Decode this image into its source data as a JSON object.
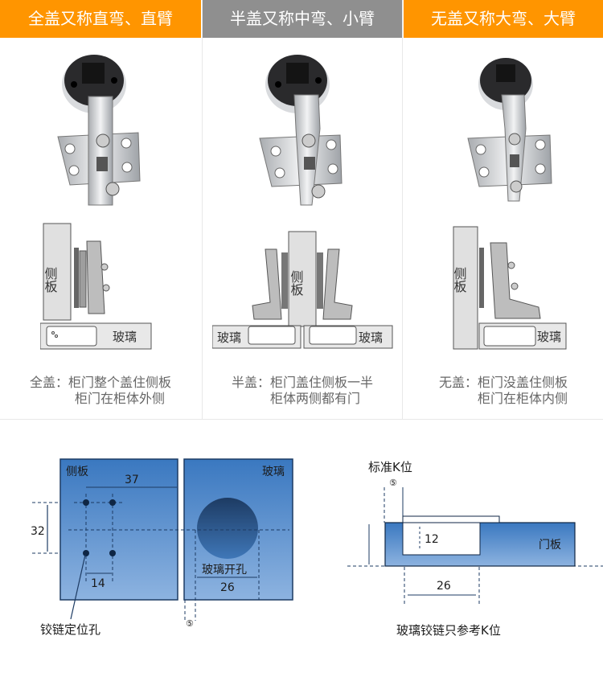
{
  "columns": [
    {
      "header": "全盖又称直弯、直臂",
      "header_color": "#ff9500",
      "side_panel_label": "侧板",
      "glass_label": "玻璃",
      "desc_label": "全盖：",
      "desc_line1": "柜门整个盖住侧板",
      "desc_line2": "柜门在柜体外侧"
    },
    {
      "header": "半盖又称中弯、小臂",
      "header_color": "#8f8f8f",
      "side_panel_label": "侧板",
      "glass_label_left": "玻璃",
      "glass_label_right": "玻璃",
      "desc_label": "半盖：",
      "desc_line1": "柜门盖住侧板一半",
      "desc_line2": "柜体两侧都有门"
    },
    {
      "header": "无盖又称大弯、大臂",
      "header_color": "#ff9500",
      "side_panel_label": "侧板",
      "glass_label": "玻璃",
      "desc_label": "无盖：",
      "desc_line1": "柜门没盖住侧板",
      "desc_line2": "柜门在柜体内侧"
    }
  ],
  "drilling_diagram": {
    "side_panel_label": "侧板",
    "glass_label": "玻璃",
    "dim_37": "37",
    "dim_32": "32",
    "dim_14": "14",
    "dim_26": "26",
    "glass_hole_label": "玻璃开孔",
    "hinge_hole_label": "铰链定位孔",
    "k_marker": "⑤",
    "panel_color": "#3a78c0"
  },
  "k_diagram": {
    "title": "标准K位",
    "k_marker": "⑤",
    "dim_12": "12",
    "dim_26": "26",
    "door_label": "门板",
    "caption": "玻璃铰链只参考K位"
  }
}
